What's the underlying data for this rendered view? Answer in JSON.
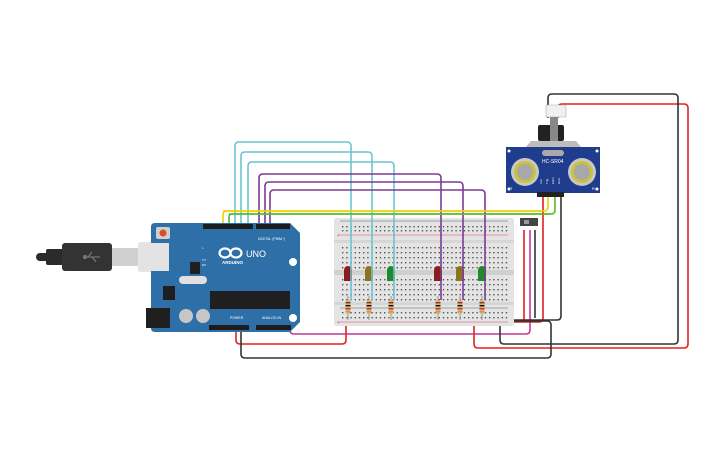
{
  "circuit": {
    "board": {
      "brand": "ARDUINO",
      "model": "UNO",
      "header_digital": "DIGITAL (PWM~)",
      "header_power": "POWER",
      "header_analog": "ANALOG IN",
      "tx_label": "TX",
      "rx_label": "RX",
      "l_label": "L",
      "color": "#2f6fa8"
    },
    "sensor": {
      "model": "HC-SR04",
      "pins": [
        "Vcc",
        "Trig",
        "Echo",
        "Gnd"
      ],
      "left_mark": "T",
      "right_mark": "R",
      "color": "#1f3d8c"
    },
    "breadboard": {
      "plus_label": "+",
      "minus_label": "-"
    },
    "leds": [
      {
        "color_name": "red",
        "hex": "#8b1c1c"
      },
      {
        "color_name": "yellow",
        "hex": "#8a7420"
      },
      {
        "color_name": "green",
        "hex": "#1e8a2e"
      },
      {
        "color_name": "red",
        "hex": "#8b1c1c"
      },
      {
        "color_name": "yellow",
        "hex": "#8a7420"
      },
      {
        "color_name": "green",
        "hex": "#1e8a2e"
      }
    ],
    "wire_colors": {
      "cyan": "#6cc4d0",
      "purple": "#7b3a96",
      "magenta": "#c4399a",
      "yellow": "#e8d400",
      "green": "#5cb82a",
      "red": "#e02020",
      "black": "#333333"
    }
  }
}
